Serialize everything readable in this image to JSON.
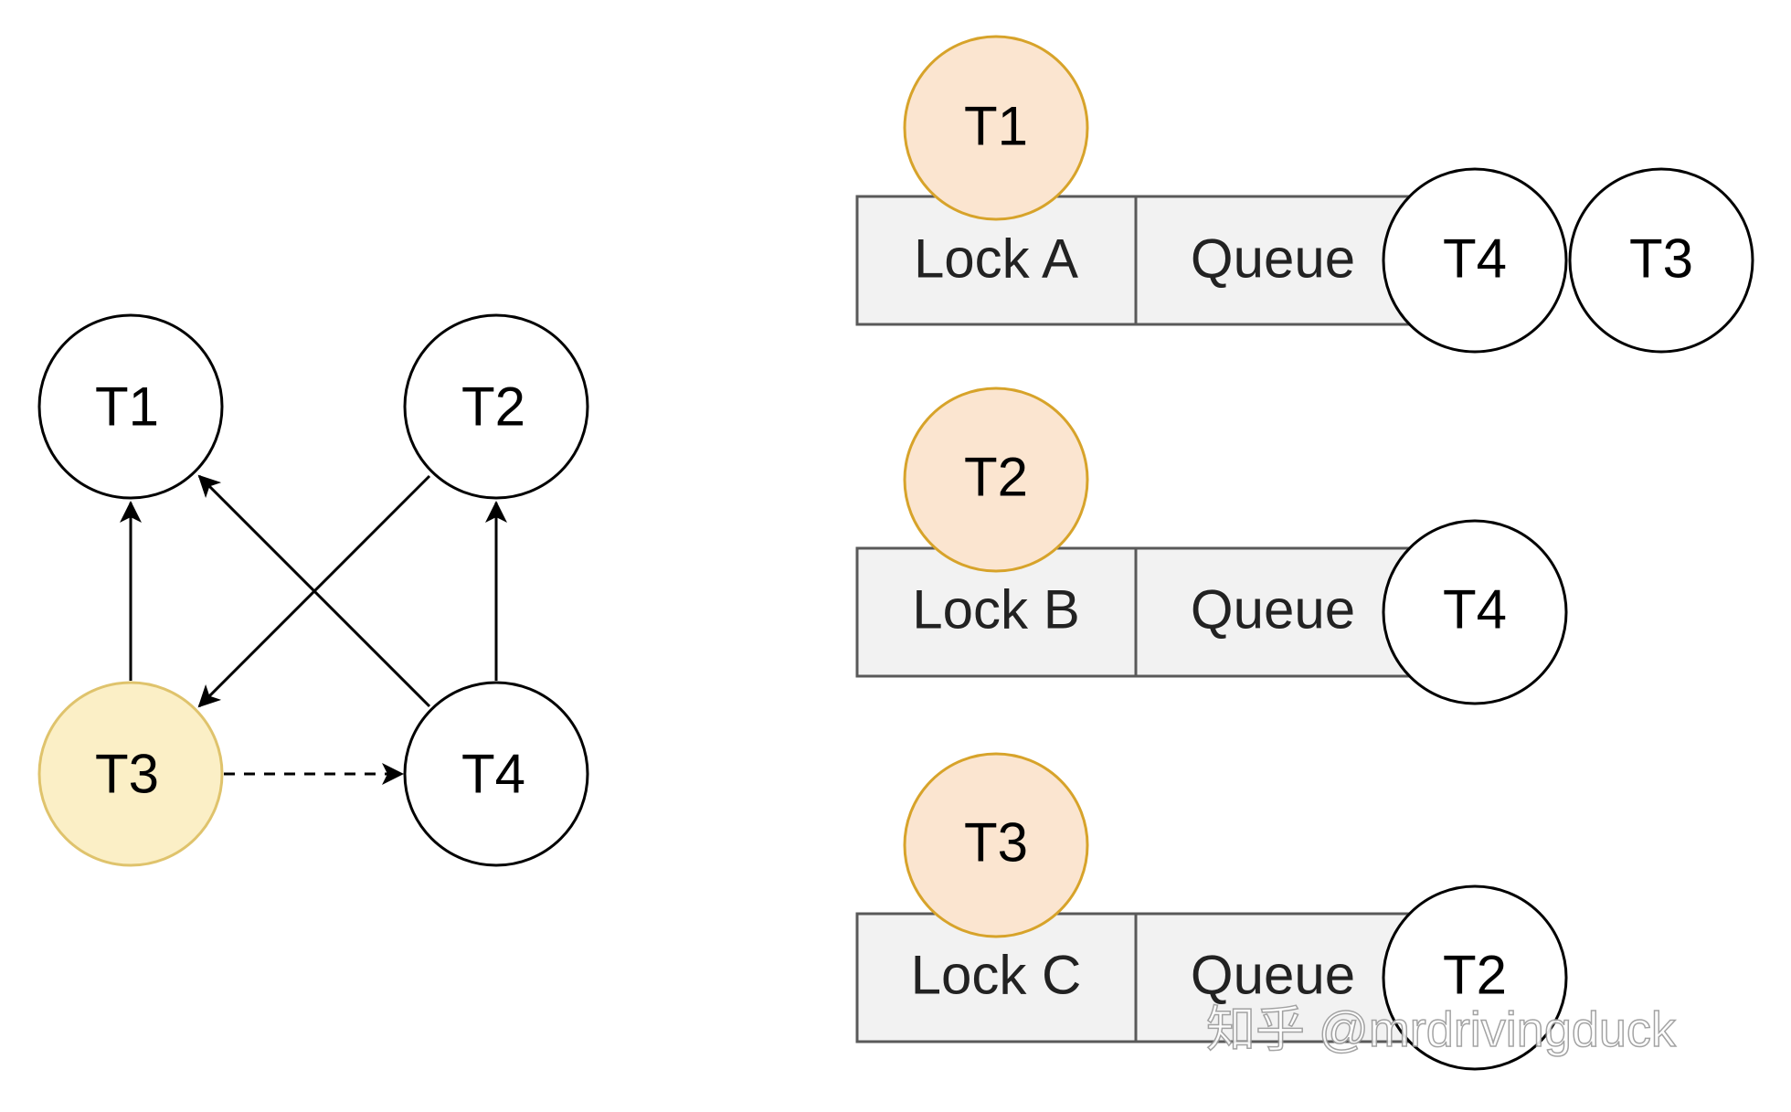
{
  "graph": {
    "nodes": [
      {
        "id": "t1",
        "label": "T1",
        "style": "plain"
      },
      {
        "id": "t2",
        "label": "T2",
        "style": "plain"
      },
      {
        "id": "t3",
        "label": "T3",
        "style": "highlight"
      },
      {
        "id": "t4",
        "label": "T4",
        "style": "plain"
      }
    ],
    "edges": [
      {
        "from": "t3",
        "to": "t1",
        "style": "solid"
      },
      {
        "from": "t4",
        "to": "t1",
        "style": "solid"
      },
      {
        "from": "t2",
        "to": "t3",
        "style": "solid"
      },
      {
        "from": "t4",
        "to": "t2",
        "style": "solid"
      },
      {
        "from": "t3",
        "to": "t4",
        "style": "dashed"
      }
    ]
  },
  "locks": [
    {
      "name": "Lock A",
      "queue_label": "Queue",
      "holder": "T1",
      "queue": [
        "T4",
        "T3"
      ]
    },
    {
      "name": "Lock B",
      "queue_label": "Queue",
      "holder": "T2",
      "queue": [
        "T4"
      ]
    },
    {
      "name": "Lock C",
      "queue_label": "Queue",
      "holder": "T3",
      "queue": [
        "T2"
      ]
    }
  ],
  "watermark": "知乎 @mrdrivingduck",
  "colors": {
    "holder_fill": "#fbe5d0",
    "holder_stroke": "#d7a32a",
    "highlight_fill": "#fbefc6",
    "highlight_stroke": "#dfc36c",
    "lock_fill": "#f2f2f2",
    "lock_stroke": "#595959"
  }
}
